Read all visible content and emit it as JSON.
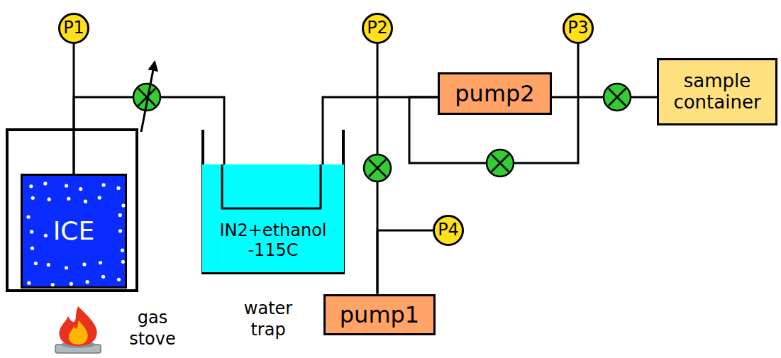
{
  "diagram": {
    "nodes": [
      {
        "text": [
          "P1"
        ]
      },
      {
        "text": [
          "P2"
        ]
      },
      {
        "text": [
          "P3"
        ]
      },
      {
        "text": [
          "ICE"
        ]
      },
      {
        "text": [
          "IN2+ethanol -115C"
        ]
      },
      {
        "text": [
          "pump2"
        ]
      },
      {
        "text": [
          "sample container"
        ]
      },
      {
        "text": [
          "P4"
        ]
      },
      {
        "text": [
          "pump1"
        ]
      }
    ],
    "edges": [
      {
        "from": 0,
        "to": 3,
        "arrow": "none"
      },
      {
        "from": 3,
        "to": 4,
        "arrow": "none"
      },
      {
        "from": 4,
        "to": 5,
        "arrow": "none"
      },
      {
        "from": 5,
        "to": 6,
        "arrow": "none"
      },
      {
        "from": 1,
        "to": 8,
        "arrow": "none"
      },
      {
        "from": 7,
        "to": 8,
        "arrow": "none"
      },
      {
        "from": 2,
        "to": 5,
        "arrow": "none"
      }
    ],
    "labels": [
      "gas stove",
      "water trap"
    ]
  }
}
